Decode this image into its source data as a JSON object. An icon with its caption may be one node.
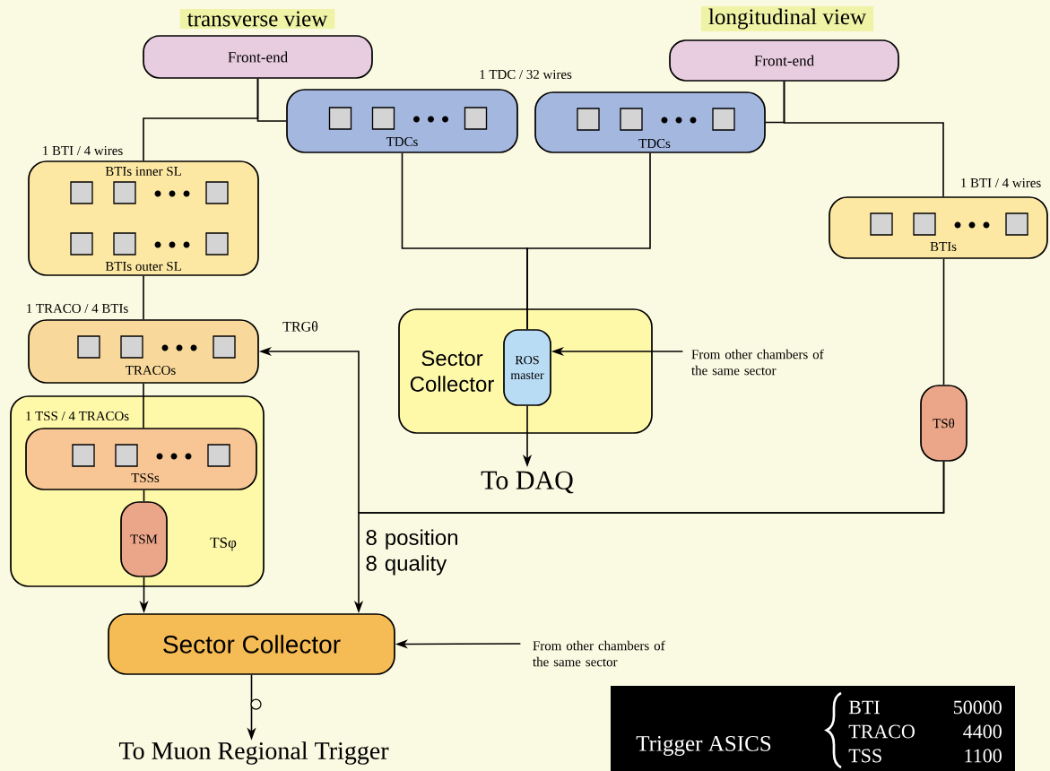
{
  "diagram": {
    "nodes": [
      {
        "text": [
          "Front-end"
        ]
      },
      {
        "text": [
          "TDCs"
        ]
      },
      {
        "text": [
          "Front-end"
        ]
      },
      {
        "text": [
          "TDCs"
        ]
      },
      {
        "text": [
          "BTIs inner SL",
          "BTIs outer SL"
        ],
        "beside": [
          "1 BTI / 4 wires"
        ]
      },
      {
        "text": [
          "BTIs"
        ],
        "beside": [
          "1 BTI / 4 wires"
        ]
      },
      {
        "text": [
          "TRACOs"
        ]
      },
      {
        "text": [
          "TSφ"
        ]
      },
      {
        "text": [
          "TSSs"
        ],
        "in": 7
      },
      {
        "text": [
          "TSM"
        ],
        "in": 7
      },
      {
        "text": [
          "Sector Collector"
        ]
      },
      {
        "text": [
          "ROS master"
        ],
        "in": 10
      },
      {
        "text": [
          "TSθ"
        ]
      },
      {
        "text": [
          "Sector Collector"
        ]
      },
      {
        "text": [
          "To DAQ"
        ]
      },
      {
        "text": [
          "To Muon Regional Trigger"
        ]
      },
      {
        "text": [
          "From other chambers of the same sector"
        ]
      },
      {
        "text": [
          "From other chambers of the same sector"
        ]
      },
      {
        "text": [
          "Trigger ASICS",
          "BTI",
          "50000",
          "TRACO",
          "4400",
          "TSS",
          "1100"
        ]
      }
    ],
    "edges": [
      {
        "from": 0,
        "to": 1,
        "arrow": "none"
      },
      {
        "from": 0,
        "to": 4,
        "arrow": "none"
      },
      {
        "from": 2,
        "to": 3,
        "arrow": "none"
      },
      {
        "from": 2,
        "to": 5,
        "arrow": "none"
      },
      {
        "from": 1,
        "to": 11,
        "arrow": "none"
      },
      {
        "from": 3,
        "to": 11,
        "arrow": "none"
      },
      {
        "from": 4,
        "to": 6,
        "arrow": "none"
      },
      {
        "from": 6,
        "to": 8,
        "arrow": "none"
      },
      {
        "from": 8,
        "to": 9,
        "arrow": "none"
      },
      {
        "from": 9,
        "to": 13,
        "arrow": "to"
      },
      {
        "from": 5,
        "to": 12,
        "arrow": "none"
      },
      {
        "from": 12,
        "to": 6,
        "arrow": "to",
        "label": "TRGθ"
      },
      {
        "from": 12,
        "to": 13,
        "arrow": "to",
        "label": "8 position 8 quality"
      },
      {
        "from": 11,
        "to": 14,
        "arrow": "to"
      },
      {
        "from": 16,
        "to": 11,
        "arrow": "to"
      },
      {
        "from": 17,
        "to": 13,
        "arrow": "to"
      },
      {
        "from": 13,
        "to": 15,
        "arrow": "to"
      }
    ],
    "labels": [
      "transverse view",
      "longitudinal view",
      "1 TDC / 32 wires",
      "1 TRACO / 4 BTIs",
      "1 TSS / 4 TRACOs"
    ]
  }
}
